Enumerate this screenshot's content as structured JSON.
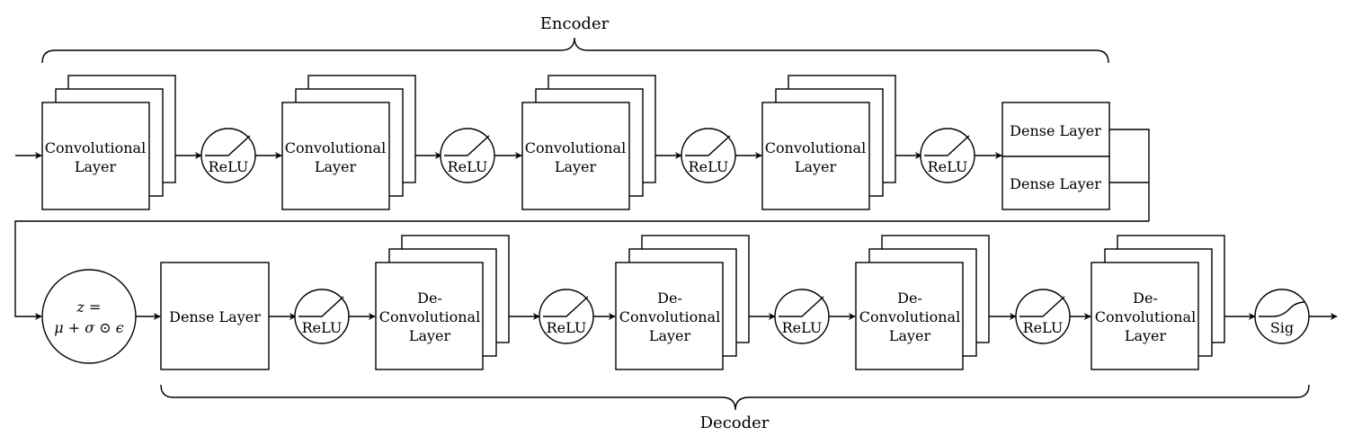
{
  "encoder": {
    "title": "Encoder",
    "conv_label_1": "Convolutional",
    "conv_label_2": "Layer",
    "relu_label": "ReLU",
    "dense_label_1": "Dense Layer",
    "dense_label_2": "Dense Layer"
  },
  "latent": {
    "line1": "z =",
    "line2": "μ + σ ⊙ ϵ"
  },
  "decoder": {
    "title": "Decoder",
    "dense_label": "Dense Layer",
    "relu_label": "ReLU",
    "deconv_label_1": "De-",
    "deconv_label_2": "Convolutional",
    "deconv_label_3": "Layer",
    "sig_label": "Sig"
  }
}
